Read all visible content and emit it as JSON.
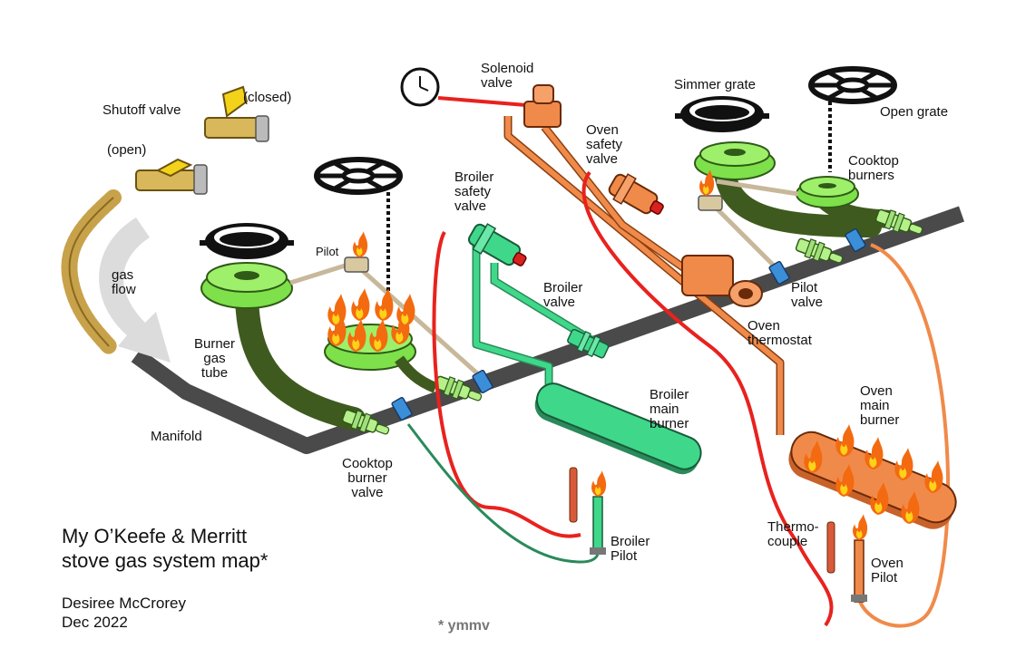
{
  "labels": {
    "shutoff_valve": "Shutoff valve",
    "closed": "(closed)",
    "open": "(open)",
    "gas_flow": [
      "gas",
      "flow"
    ],
    "pilot": "Pilot",
    "burner_gas_tube": [
      "Burner",
      "gas",
      "tube"
    ],
    "manifold": "Manifold",
    "cooktop_burner_valve": [
      "Cooktop",
      "burner",
      "valve"
    ],
    "solenoid_valve": [
      "Solenoid",
      "valve"
    ],
    "broiler_safety_valve": [
      "Broiler",
      "safety",
      "valve"
    ],
    "broiler_valve": [
      "Broiler",
      "valve"
    ],
    "broiler_main_burner": [
      "Broiler",
      "main",
      "burner"
    ],
    "broiler_pilot": [
      "Broiler",
      "Pilot"
    ],
    "oven_safety_valve": [
      "Oven",
      "safety",
      "valve"
    ],
    "simmer_grate": "Simmer grate",
    "open_grate": "Open grate",
    "cooktop_burners": [
      "Cooktop",
      "burners"
    ],
    "pilot_valve": [
      "Pilot",
      "valve"
    ],
    "oven_thermostat": [
      "Oven",
      "thermostat"
    ],
    "oven_main_burner": [
      "Oven",
      "main",
      "burner"
    ],
    "thermocouple": [
      "Thermo-",
      "couple"
    ],
    "oven_pilot": [
      "Oven",
      "Pilot"
    ]
  },
  "title": [
    "My O’Keefe & Merritt",
    "stove gas system map*"
  ],
  "author": [
    "Desiree McCrorey",
    "Dec 2022"
  ],
  "footnote": "* ymmv",
  "colors": {
    "manifold": "#4a4a4a",
    "gas_tube": "#3f5a1e",
    "burner_green": "#7ee04a",
    "broiler_green": "#3fd88a",
    "oven_orange": "#f08a4a",
    "thermocouple_red": "#e8221e",
    "flame_orange": "#f36a10",
    "flame_yellow": "#ffd21a",
    "valve_brass": "#c8a24a",
    "pilot_valve_blue": "#3a8fd8"
  }
}
